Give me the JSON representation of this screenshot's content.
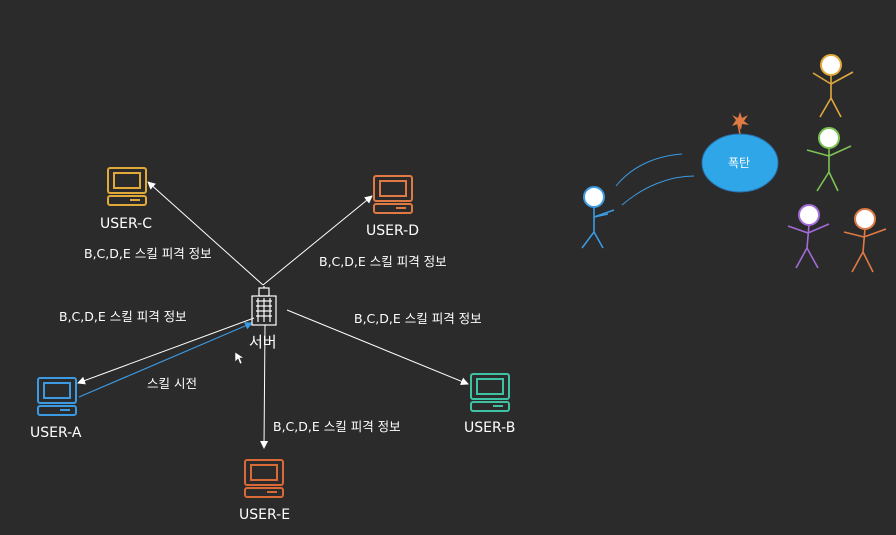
{
  "nodes": {
    "server": {
      "label": "서버"
    },
    "user_a": {
      "label": "USER-A",
      "color": "#3b9ae1"
    },
    "user_b": {
      "label": "USER-B",
      "color": "#3fc1a4"
    },
    "user_c": {
      "label": "USER-C",
      "color": "#e0a93a"
    },
    "user_d": {
      "label": "USER-D",
      "color": "#e07a45"
    },
    "user_e": {
      "label": "USER-E",
      "color": "#d86a38"
    }
  },
  "edges": {
    "to_c": "B,C,D,E 스킬 피격 정보",
    "to_d": "B,C,D,E 스킬 피격 정보",
    "to_a": "B,C,D,E 스킬 피격 정보",
    "to_b": "B,C,D,E 스킬 피격 정보",
    "to_e": "B,C,D,E 스킬 피격 정보",
    "from_a": "스킬 시전"
  },
  "scene": {
    "bomb_label": "폭탄",
    "bomb_color": "#2ea6e8",
    "thrower_color": "#3b9ae1",
    "target_colors": [
      "#e0a93a",
      "#7cc354",
      "#a36bd6",
      "#e07a45"
    ]
  },
  "colors": {
    "background": "#2b2b2b",
    "arrow": "#ffffff",
    "cast_arrow": "#3b9ae1"
  }
}
